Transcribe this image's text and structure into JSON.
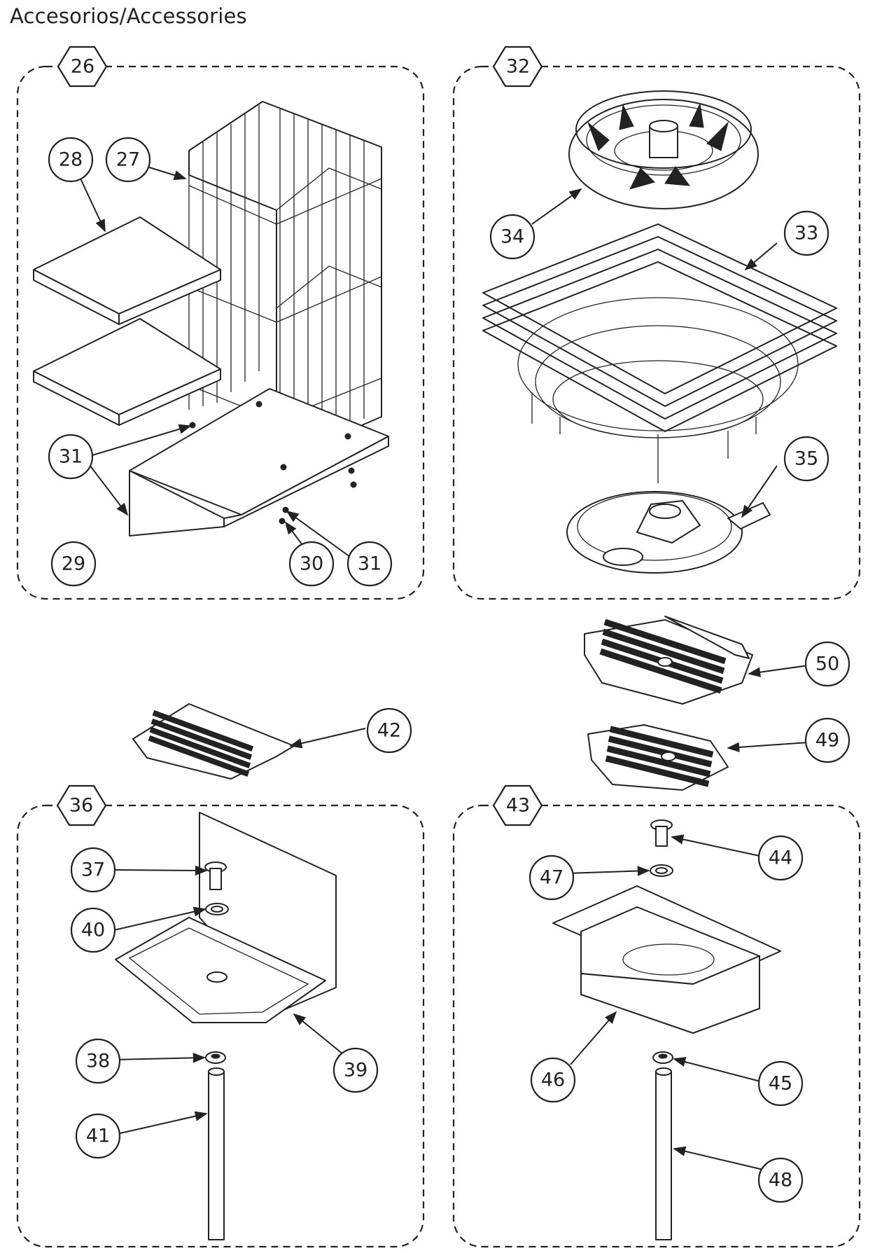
{
  "page": {
    "title": "Accesorios/Accessories"
  },
  "groups": [
    {
      "id": "26"
    },
    {
      "id": "32"
    },
    {
      "id": "36"
    },
    {
      "id": "43"
    }
  ],
  "callouts": [
    "27",
    "28",
    "29",
    "30",
    "31",
    "31",
    "33",
    "34",
    "35",
    "37",
    "38",
    "39",
    "40",
    "41",
    "42",
    "44",
    "45",
    "46",
    "47",
    "48",
    "49",
    "50"
  ]
}
